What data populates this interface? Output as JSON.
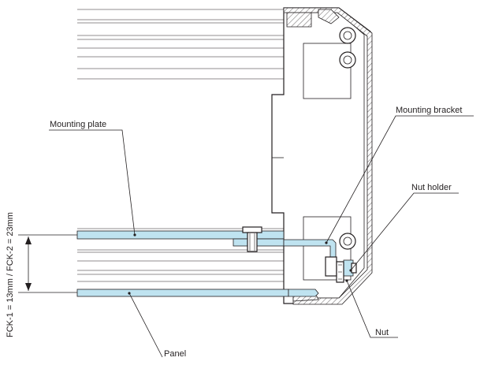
{
  "labels": {
    "mounting_plate": "Mounting plate",
    "mounting_bracket": "Mounting bracket",
    "nut_holder": "Nut holder",
    "nut": "Nut",
    "panel": "Panel",
    "dimension": "FCK-1 = 13mm / FCK-2 = 23mm"
  },
  "colors": {
    "line": "#231f20",
    "plate_fill": "#bfe3f0",
    "background": "#ffffff"
  }
}
